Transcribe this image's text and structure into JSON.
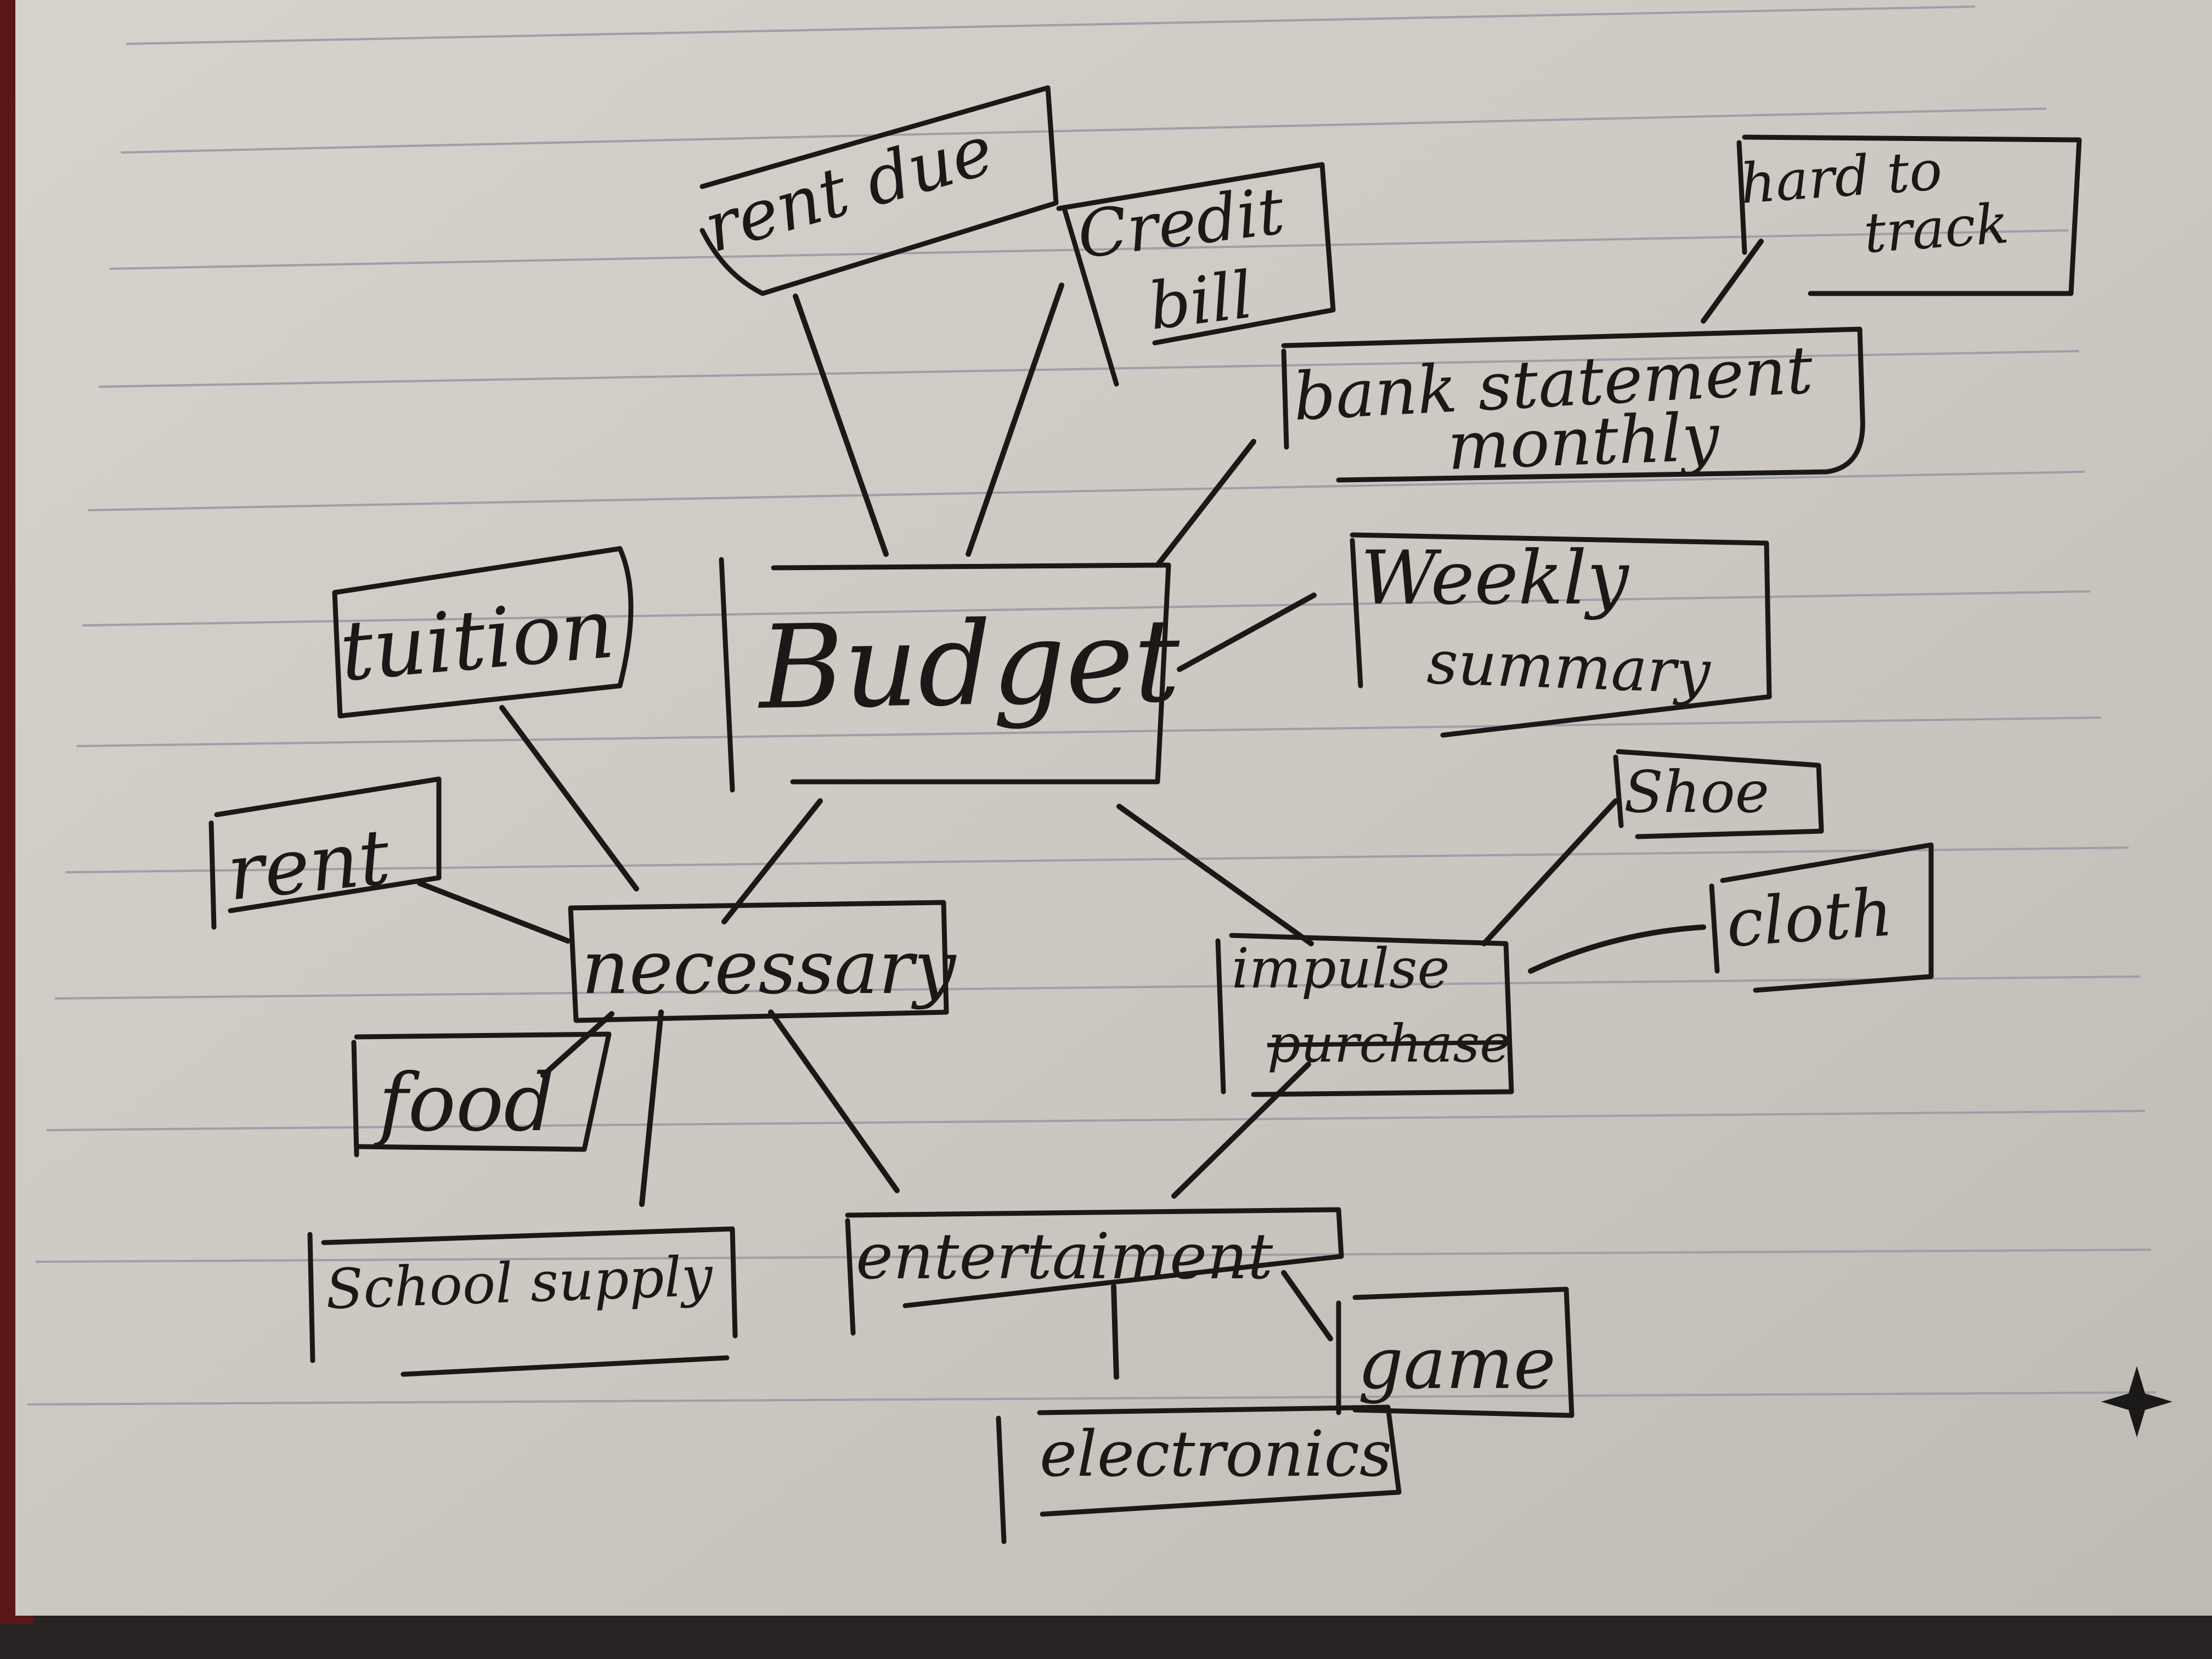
{
  "colors": {
    "paper": "#cdc8c2",
    "paper_shadow": "#b5b0aa",
    "ruled_line": "#9d9fa8",
    "ink": "#1b1917",
    "desk": "#262322",
    "cover_red": "#5b1717"
  },
  "icons": {
    "corner_mark": "four-point-star-icon"
  },
  "diagram": {
    "center": "Budget",
    "nodes": {
      "rent_due": "rent due",
      "credit_bill_line1": "Credit",
      "credit_bill_line2": "bill",
      "hard_to_track_line1": "hard to",
      "hard_to_track_line2": "track",
      "bank_statement_line1": "bank statement",
      "bank_statement_line2": "monthly",
      "weekly_summary_line1": "Weekly",
      "weekly_summary_line2": "summary",
      "tuition": "tuition",
      "rent": "rent",
      "necessary": "necessary",
      "food": "food",
      "school_supply": "School supply",
      "impulse_line1": "impulse",
      "impulse_line2": "purchase",
      "shoe": "Shoe",
      "cloth": "cloth",
      "entertainment": "entertaiment",
      "game": "game",
      "electronics": "electronics"
    }
  }
}
